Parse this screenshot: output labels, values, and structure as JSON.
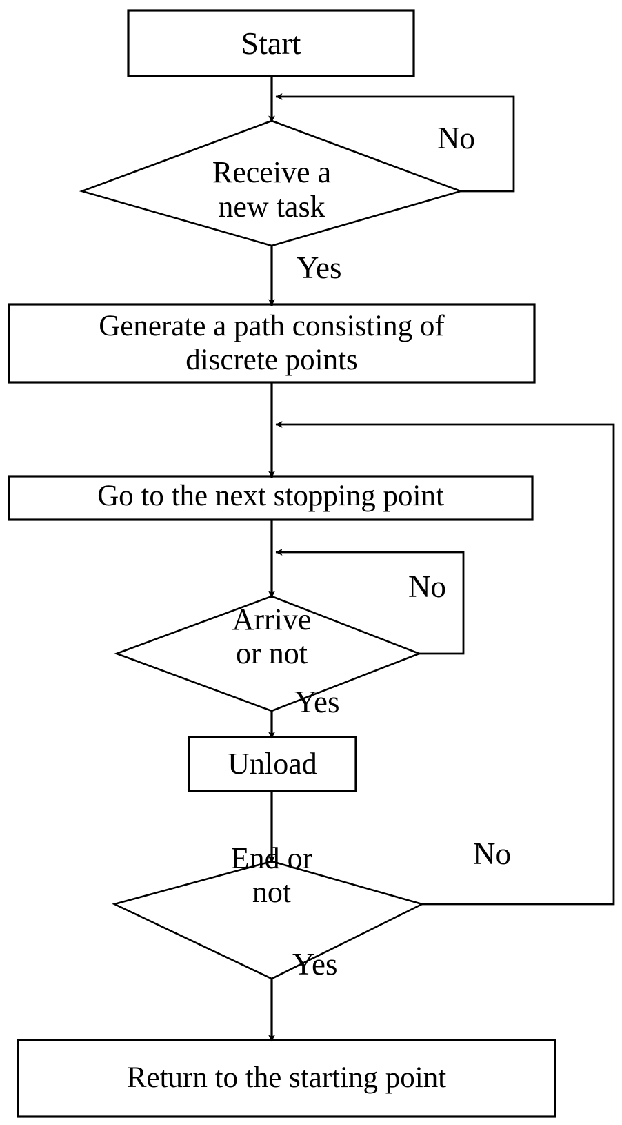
{
  "diagram": {
    "type": "flowchart",
    "title": "Task execution flowchart",
    "background_color": "#ffffff",
    "stroke_color": "#000000",
    "text_color": "#000000"
  },
  "nodes": [
    {
      "id": "start",
      "shape": "rectangle",
      "label": "Start"
    },
    {
      "id": "receive-task",
      "shape": "diamond",
      "label": "Receive a\nnew task"
    },
    {
      "id": "generate-path",
      "shape": "rectangle",
      "label": "Generate a path consisting of\ndiscrete points"
    },
    {
      "id": "next-stopping-point",
      "shape": "rectangle",
      "label": "Go to the next stopping point"
    },
    {
      "id": "arrive-or-not",
      "shape": "diamond",
      "label": "Arrive\nor not"
    },
    {
      "id": "unload",
      "shape": "rectangle",
      "label": "Unload"
    },
    {
      "id": "end-or-not",
      "shape": "diamond",
      "label": "End or\nnot"
    },
    {
      "id": "return-start",
      "shape": "rectangle",
      "label": "Return to the starting point"
    }
  ],
  "edge_labels": {
    "receive_no": "No",
    "receive_yes": "Yes",
    "arrive_no": "No",
    "arrive_yes": "Yes",
    "end_no": "No",
    "end_yes": "Yes"
  }
}
